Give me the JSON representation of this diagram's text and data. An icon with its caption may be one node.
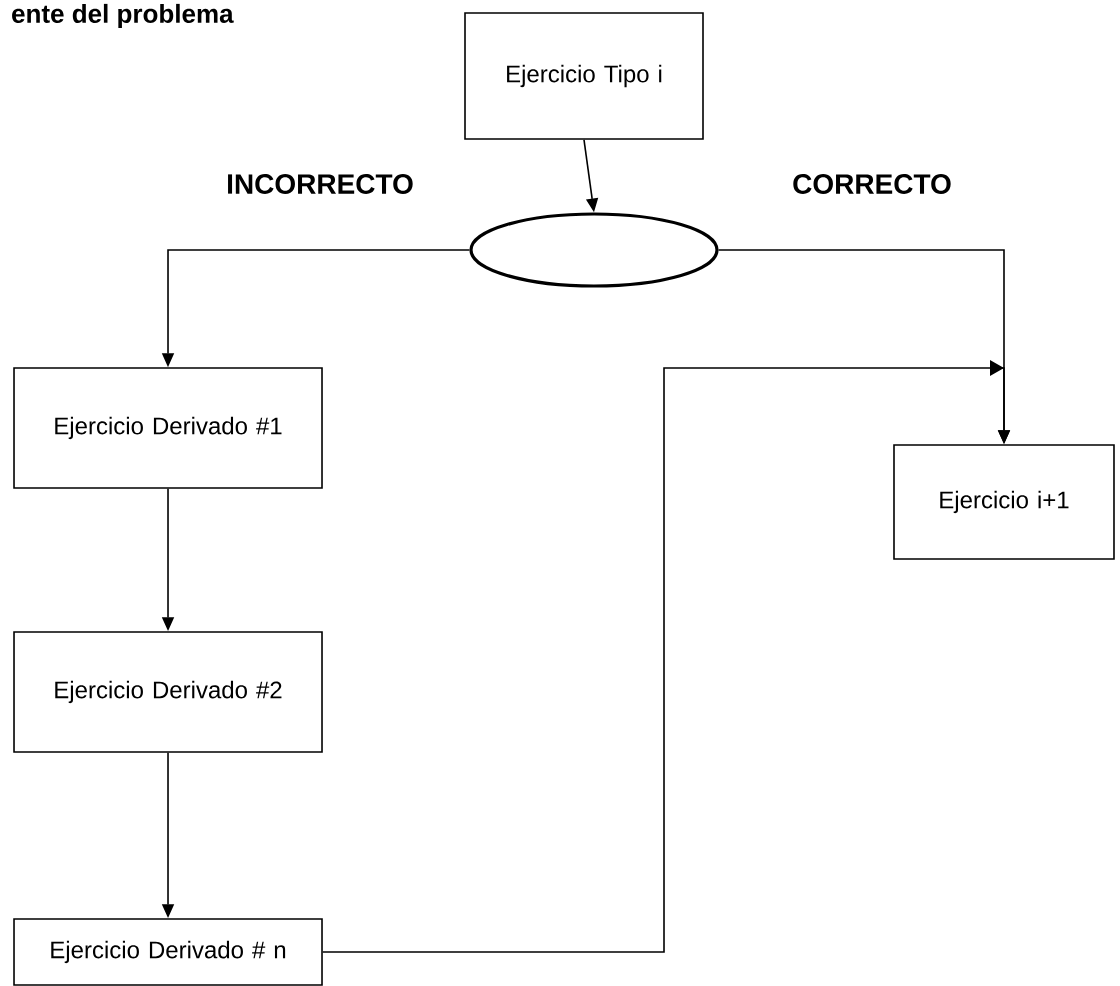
{
  "diagram": {
    "title": "ente del problema",
    "nodes": [
      {
        "text": [
          "Ejercicio Tipo i"
        ]
      },
      {
        "text": [],
        "shape": "ellipse"
      },
      {
        "text": [
          "Ejercicio Derivado #1"
        ]
      },
      {
        "text": [
          "Ejercicio Derivado #2"
        ]
      },
      {
        "text": [
          "Ejercicio Derivado # n"
        ]
      },
      {
        "text": [
          "Ejercicio i+1"
        ]
      }
    ],
    "edges": [
      {
        "from": 0,
        "to": 1,
        "arrow": "to"
      },
      {
        "from": 1,
        "to": 2,
        "arrow": "to"
      },
      {
        "from": 1,
        "to": 5,
        "arrow": "to"
      },
      {
        "from": 2,
        "to": 3,
        "arrow": "to"
      },
      {
        "from": 3,
        "to": 4,
        "arrow": "to"
      },
      {
        "from": 4,
        "to": 5,
        "arrow": "to"
      }
    ],
    "labels": [
      "INCORRECTO",
      "CORRECTO"
    ]
  }
}
